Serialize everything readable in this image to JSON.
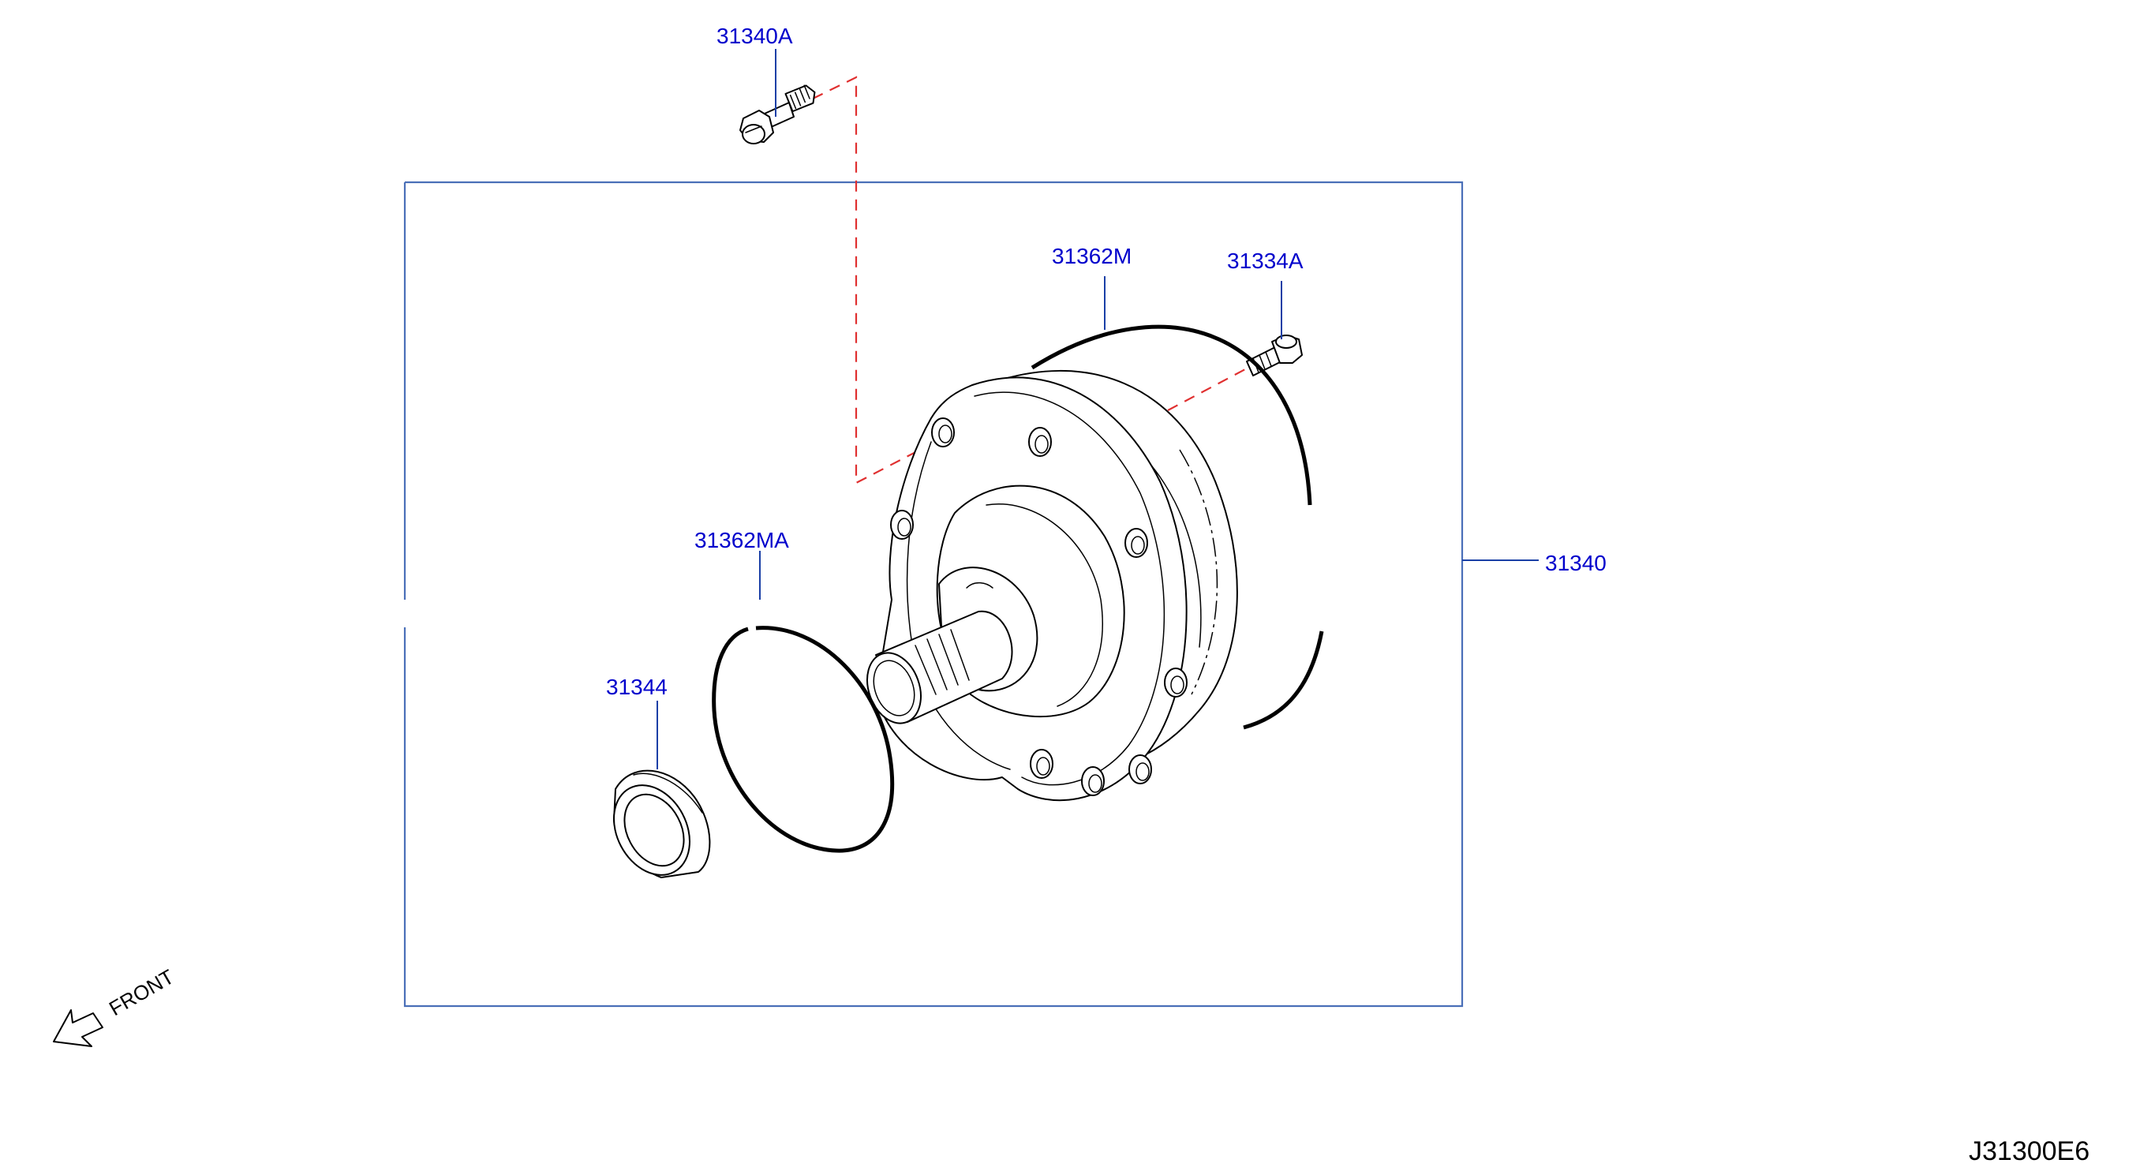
{
  "callouts": {
    "bolt_top": "31340A",
    "oring_large": "31362M",
    "bolt_small": "31334A",
    "assembly": "31340",
    "oring_small": "31362MA",
    "seal": "31344"
  },
  "front_label": "FRONT",
  "diagram_code": "J31300E6",
  "colors": {
    "callout_text": "#0000cc",
    "frame": "#4a6fb8",
    "guide_dashed": "#e03030"
  }
}
